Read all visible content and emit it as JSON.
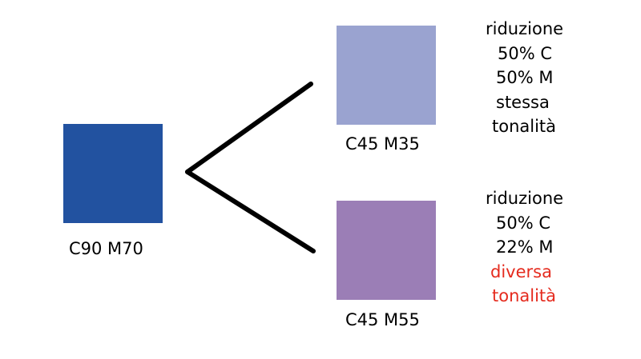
{
  "source": {
    "label": "C90 M70",
    "color": "#2252a0"
  },
  "connector_color": "#000000",
  "targets": [
    {
      "label": "C45 M35",
      "color": "#9aa3d0",
      "note": [
        "riduzione",
        "50% C",
        "50% M",
        "stessa",
        "tonalità"
      ],
      "note_colors": [
        "#000000",
        "#000000",
        "#000000",
        "#000000",
        "#000000"
      ]
    },
    {
      "label": "C45 M55",
      "color": "#9b7eb6",
      "note": [
        "riduzione",
        "50% C",
        "22% M",
        "diversa",
        "tonalità"
      ],
      "note_colors": [
        "#000000",
        "#000000",
        "#000000",
        "#e52b1e",
        "#e52b1e"
      ]
    }
  ]
}
